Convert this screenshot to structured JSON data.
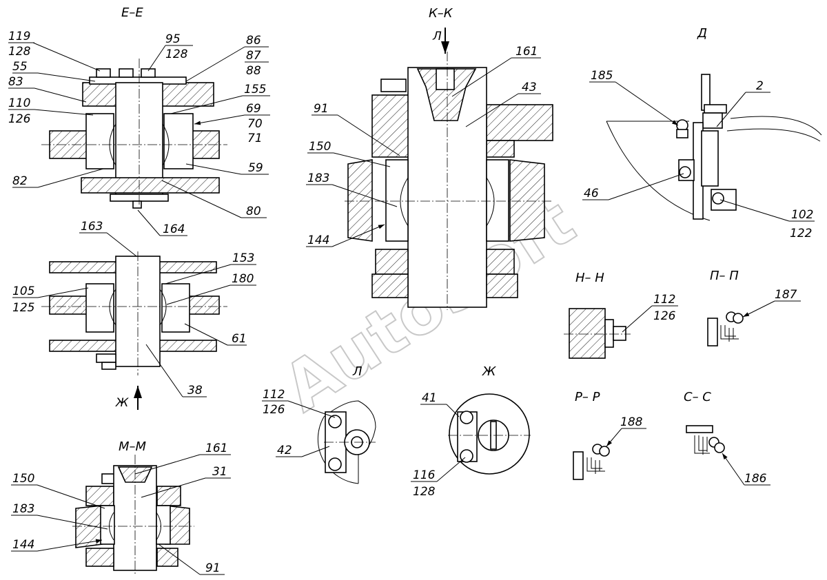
{
  "sections": {
    "ee": "Е–Е",
    "kk": "К–К",
    "d": "Д",
    "mm": "М–М",
    "nn": "Н– Н",
    "pp": "П– П",
    "rr": "Р– Р",
    "ss": "С– С",
    "l": "Л",
    "zh": "Ж"
  },
  "arrows": {
    "l": "Л",
    "zh": "Ж"
  },
  "labels": {
    "l119": "119",
    "l128a": "128",
    "l95": "95",
    "l128b": "128",
    "l86": "86",
    "l87": "87",
    "l88": "88",
    "l55": "55",
    "l83": "83",
    "l155": "155",
    "l110": "110",
    "l126a": "126",
    "l69": "69",
    "l70": "70",
    "l71": "71",
    "l59": "59",
    "l82": "82",
    "l80": "80",
    "l164": "164",
    "l163": "163",
    "l153": "153",
    "l105": "105",
    "l125": "125",
    "l180": "180",
    "l61": "61",
    "l38": "38",
    "l161a": "161",
    "l43": "43",
    "l91a": "91",
    "l150a": "150",
    "l183a": "183",
    "l144a": "144",
    "l185": "185",
    "l2": "2",
    "l46": "46",
    "l102": "102",
    "l122": "122",
    "l112a": "112",
    "l126b": "126",
    "l187": "187",
    "l112b": "112",
    "l126c": "126",
    "l42": "42",
    "l41": "41",
    "l116": "116",
    "l128c": "128",
    "l188": "188",
    "l186": "186",
    "l161b": "161",
    "l31": "31",
    "l150b": "150",
    "l183b": "183",
    "l144b": "144",
    "l91b": "91"
  },
  "watermark": "AutoSoft"
}
